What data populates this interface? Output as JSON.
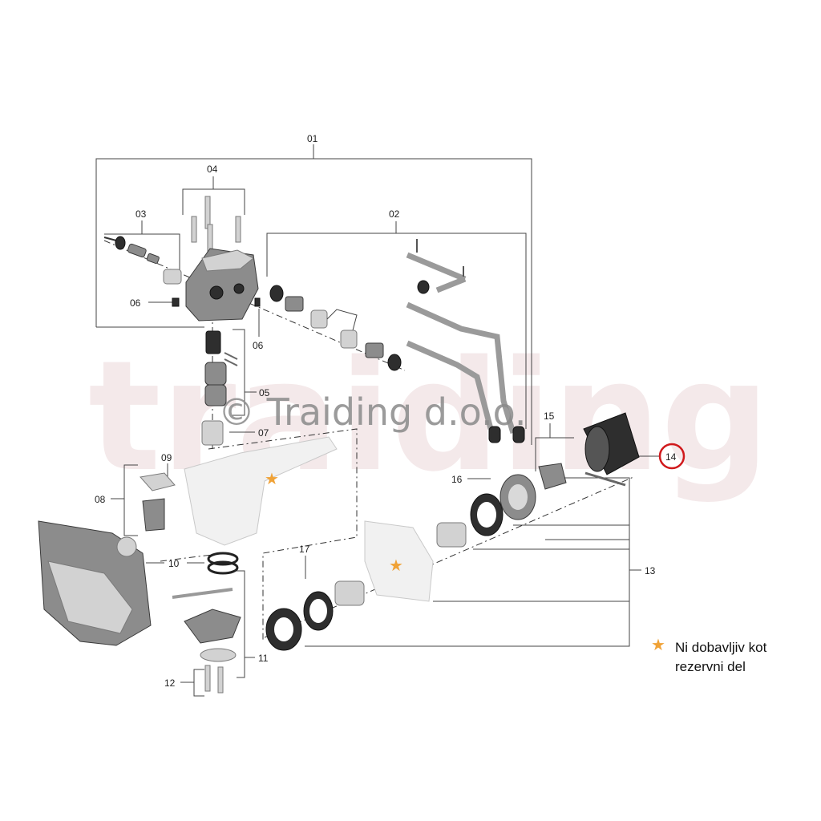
{
  "watermark": {
    "text": "© Traiding d.o.o.",
    "background_text": "traiding"
  },
  "part_labels": {
    "p01": "01",
    "p02": "02",
    "p03": "03",
    "p04": "04",
    "p05": "05",
    "p06a": "06",
    "p06b": "06",
    "p07": "07",
    "p08": "08",
    "p09": "09",
    "p10": "10",
    "p11": "11",
    "p12": "12",
    "p13": "13",
    "p14": "14",
    "p15": "15",
    "p16": "16",
    "p17": "17"
  },
  "highlight": {
    "label": "14",
    "ring_color": "#d0191c"
  },
  "legend": {
    "symbol": "★",
    "symbol_color": "#f0a236",
    "text": "Ni dobavljiv kot rezervni del"
  }
}
